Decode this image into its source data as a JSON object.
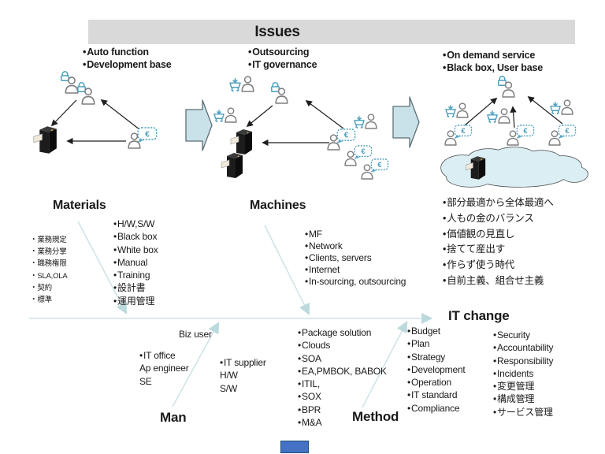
{
  "title": "Issues",
  "top_bullets": {
    "stage1": [
      "Auto function",
      "Development base"
    ],
    "stage2": [
      "Outsourcing",
      "IT governance"
    ],
    "stage3": [
      "On demand service",
      "Black box, User base"
    ]
  },
  "right_notes": [
    "部分最適から全体最適へ",
    "人もの金のバランス",
    "価値観の見直し",
    "捨てて産出す",
    "作らず使う時代",
    "自前主義、組合せ主義"
  ],
  "materials": {
    "label": "Materials",
    "side_notes": [
      "業務規定",
      "業務分掌",
      "職務権限",
      "SLA,OLA",
      "契約",
      "標準"
    ],
    "items": [
      "H/W,S/W",
      "Black box",
      "White box",
      "Manual",
      "Training",
      "設計書",
      "運用管理"
    ]
  },
  "machines": {
    "label": "Machines",
    "items": [
      "MF",
      "Network",
      "Clients, servers",
      "Internet",
      "In-sourcing, outsourcing"
    ]
  },
  "man": {
    "label": "Man",
    "biz_user": "Biz user",
    "it_office": [
      "IT office",
      "Ap engineer",
      "SE"
    ],
    "it_supplier": [
      "IT supplier",
      "H/W",
      "S/W"
    ]
  },
  "method": {
    "label": "Method",
    "items": [
      "Package solution",
      "Clouds",
      "SOA",
      "EA,PMBOK, BABOK",
      "ITIL,",
      "SOX",
      "BPR",
      "M&A"
    ]
  },
  "it_change": {
    "label": "IT change",
    "management_items": [
      "Budget",
      "Plan",
      "Strategy",
      "Development",
      "Operation",
      "IT standard",
      "Compliance"
    ],
    "governance_items": [
      "Security",
      "Accountability",
      "Responsibility",
      "Incidents",
      "変更管理",
      "構成管理",
      "サービス管理"
    ]
  },
  "icons": {
    "euro_glyph": "€",
    "names": [
      "user-icon",
      "lock-icon",
      "cart-download-icon",
      "euro-speech-icon",
      "server-icon",
      "cloud-icon",
      "stage-transition-arrow-icon"
    ]
  },
  "colors": {
    "banner_bg": "#d9d9d9",
    "accent_blue": "#4b9fbd",
    "line_blue": "#cfe4e8",
    "chevron_fill": "#c9e2e9",
    "cloud_fill": "#daeef3",
    "arrow_black": "#1f1f1f",
    "chip_blue": "#4472c4"
  }
}
